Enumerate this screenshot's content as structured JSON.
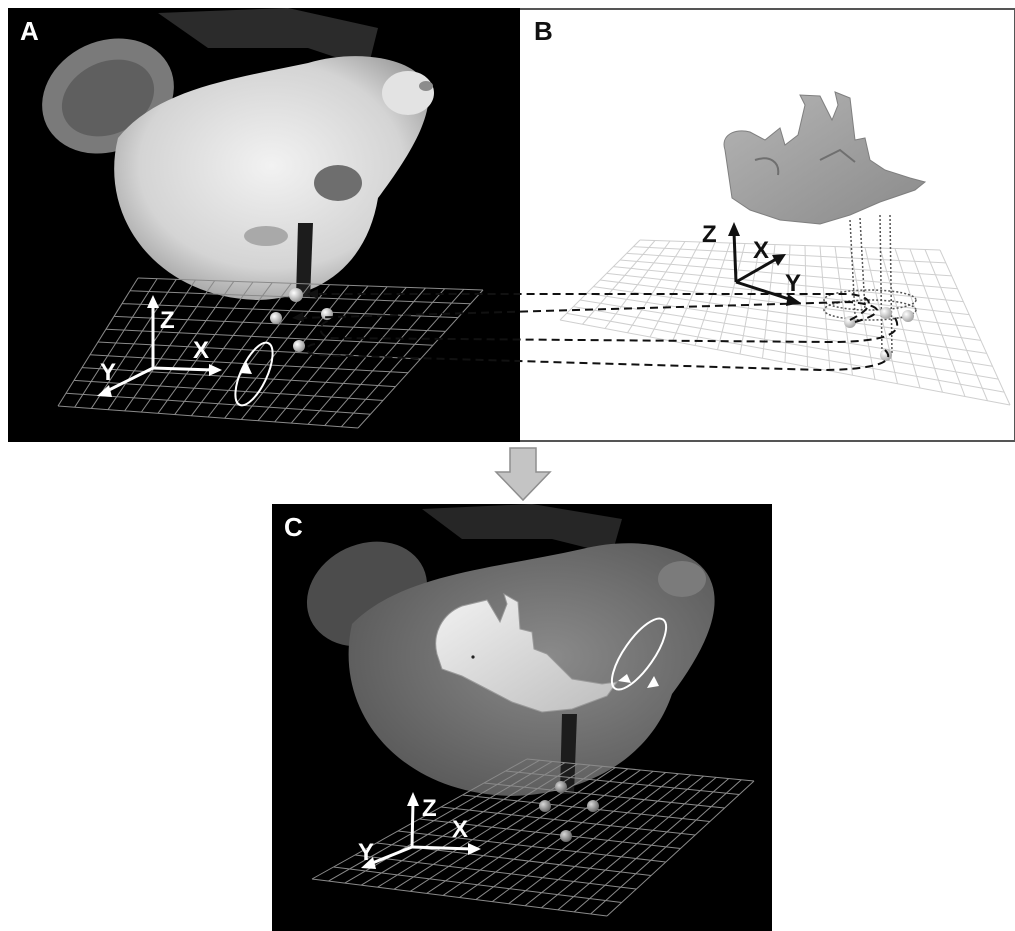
{
  "panels": {
    "a": {
      "label": "A"
    },
    "b": {
      "label": "B"
    },
    "c": {
      "label": "C"
    }
  },
  "axes": {
    "x": "X",
    "y": "Y",
    "z": "Z"
  },
  "colors": {
    "background_dark": "#000000",
    "background_light": "#ffffff",
    "grid_dark": "#8a8a8a",
    "grid_light": "#cfcfcf",
    "bone_model": "#9a9a9a",
    "arrow_gray": "#c4c4c4"
  },
  "icons": [
    "rat-head-image",
    "mandible-3d-model",
    "marker-bead",
    "rotation-ellipse",
    "down-arrow"
  ]
}
